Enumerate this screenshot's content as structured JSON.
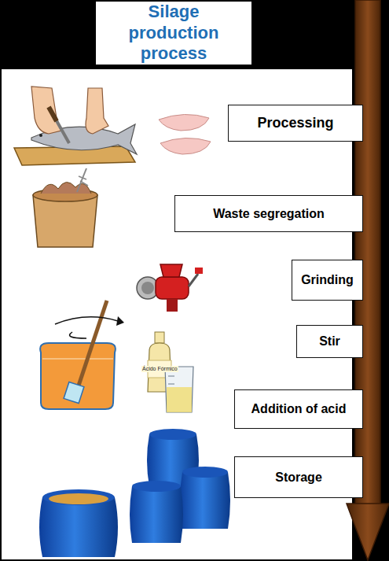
{
  "diagram": {
    "title": "Silage production process",
    "nodes": [
      {
        "text": [
          "Processing"
        ]
      },
      {
        "text": [
          "Waste segregation"
        ]
      },
      {
        "text": [
          "Grinding"
        ]
      },
      {
        "text": [
          "Stir"
        ]
      },
      {
        "text": [
          "Addition of acid"
        ]
      },
      {
        "text": [
          "Storage"
        ]
      }
    ],
    "labels": [
      "Ácido Fórmico"
    ]
  }
}
